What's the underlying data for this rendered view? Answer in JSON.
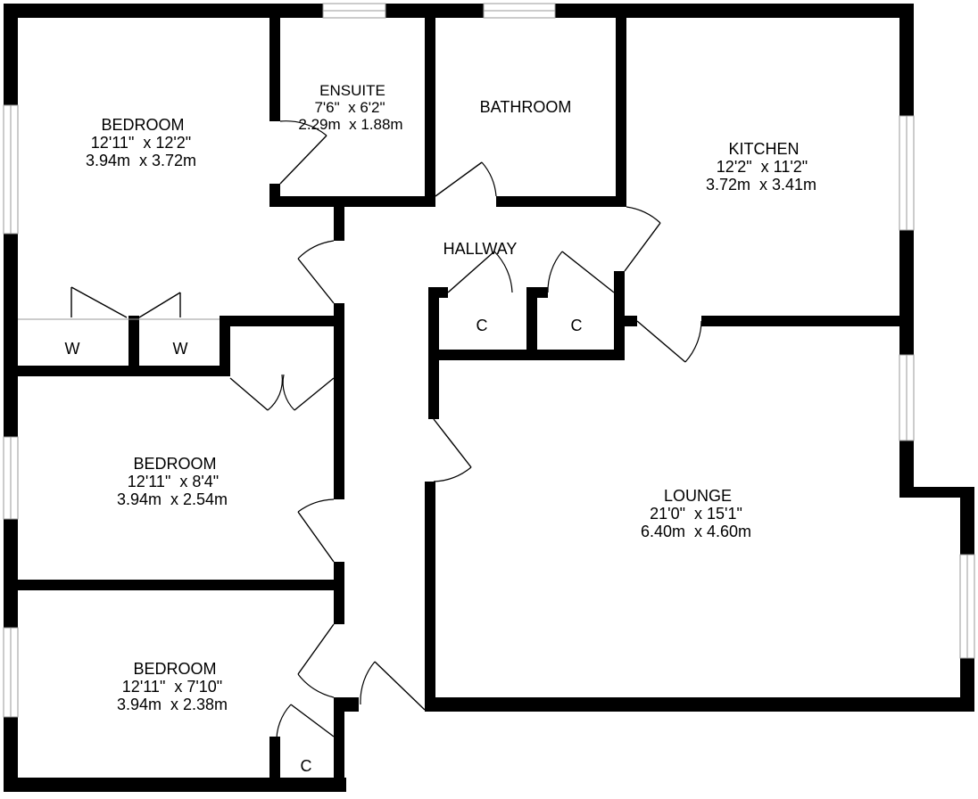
{
  "colors": {
    "wall": "#000000",
    "background": "#ffffff",
    "window_frame": "#9a9a9a"
  },
  "rooms": {
    "bedroom1": {
      "name": "BEDROOM",
      "imperial": "12'11\"  x 12'2\"",
      "metric": "3.94m  x 3.72m"
    },
    "ensuite": {
      "name": "ENSUITE",
      "imperial": "7'6\"  x 6'2\"",
      "metric": "2.29m  x 1.88m"
    },
    "bathroom": {
      "name": "BATHROOM"
    },
    "kitchen": {
      "name": "KITCHEN",
      "imperial": "12'2\"  x 11'2\"",
      "metric": "3.72m  x 3.41m"
    },
    "hallway": {
      "name": "HALLWAY"
    },
    "bedroom2": {
      "name": "BEDROOM",
      "imperial": "12'11\"  x 8'4\"",
      "metric": "3.94m  x 2.54m"
    },
    "lounge": {
      "name": "LOUNGE",
      "imperial": "21'0\"  x 15'1\"",
      "metric": "6.40m  x 4.60m"
    },
    "bedroom3": {
      "name": "BEDROOM",
      "imperial": "12'11\"  x 7'10\"",
      "metric": "3.94m  x 2.38m"
    }
  },
  "storage": {
    "wardrobe_left": "W",
    "wardrobe_right": "W",
    "cupboard_hall_left": "C",
    "cupboard_hall_right": "C",
    "cupboard_bedroom3": "C"
  }
}
